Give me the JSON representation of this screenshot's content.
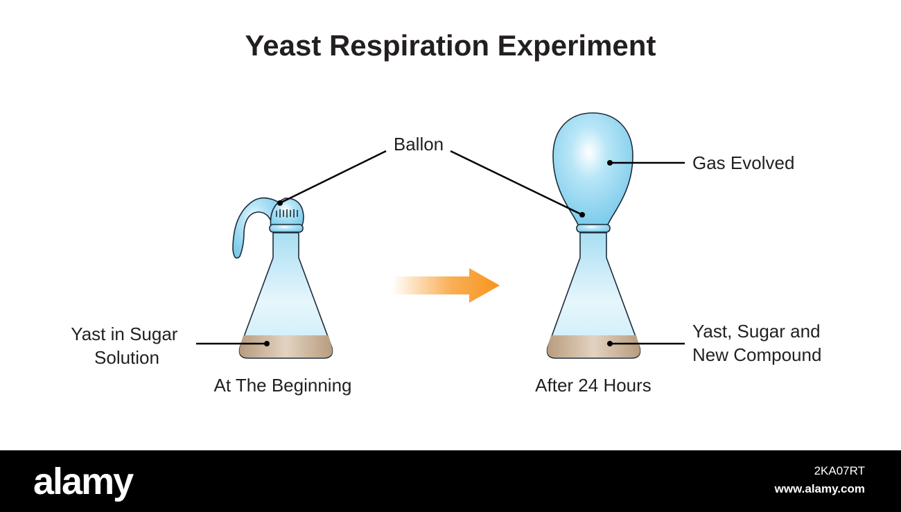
{
  "title": "Yeast Respiration Experiment",
  "labels": {
    "balloon": "Ballon",
    "gas": "Gas Evolved",
    "start_solution": [
      "Yast in Sugar",
      "Solution"
    ],
    "end_solution": [
      "Yast, Sugar and",
      "New Compound"
    ]
  },
  "captions": {
    "before": "At The Beginning",
    "after": "After 24 Hours"
  },
  "colors": {
    "glass": "#dff3fb",
    "balloon": "#8fd3ef",
    "liquid": "#c3a98c",
    "arrow": "#f7941d",
    "footer": "#000000"
  },
  "footer": {
    "logo": "alamy",
    "image_id": "2KA07RT",
    "url": "www.alamy.com"
  }
}
